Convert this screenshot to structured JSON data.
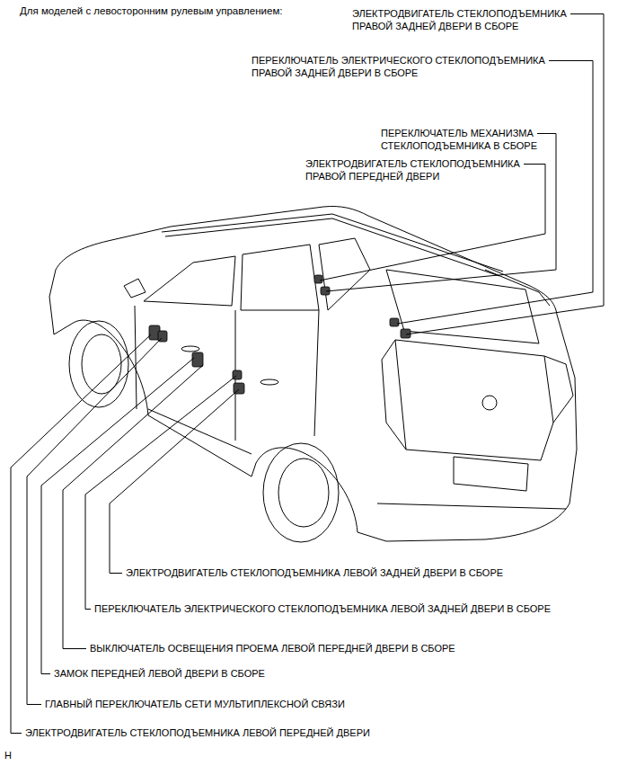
{
  "diagram": {
    "title": "Для моделей с левосторонним рулевым управлением:",
    "labels": [
      "ЭЛЕКТРОДВИГАТЕЛЬ СТЕКЛОПОДЪЕМНИКА ПРАВОЙ ЗАДНЕЙ ДВЕРИ В СБОРЕ",
      "ПЕРЕКЛЮЧАТЕЛЬ ЭЛЕКТРИЧЕСКОГО СТЕКЛОПОДЪЕМНИКА ПРАВОЙ ЗАДНЕЙ ДВЕРИ В СБОРЕ",
      "ПЕРЕКЛЮЧАТЕЛЬ МЕХАНИЗМА СТЕКЛОПОДЪЕМНИКА В СБОРЕ",
      "ЭЛЕКТРОДВИГАТЕЛЬ СТЕКЛОПОДЪЕМНИКА ПРАВОЙ ПЕРЕДНЕЙ ДВЕРИ",
      "ЭЛЕКТРОДВИГАТЕЛЬ СТЕКЛОПОДЪЕМНИКА ЛЕВОЙ ЗАДНЕЙ ДВЕРИ В СБОРЕ",
      "ПЕРЕКЛЮЧАТЕЛЬ ЭЛЕКТРИЧЕСКОГО СТЕКЛОПОДЪЕМНИКА ЛЕВОЙ ЗАДНЕЙ ДВЕРИ В СБОРЕ",
      "ВЫКЛЮЧАТЕЛЬ ОСВЕЩЕНИЯ ПРОЕМА ЛЕВОЙ ПЕРЕДНЕЙ ДВЕРИ В СБОРЕ",
      "ЗАМОК ПЕРЕДНЕЙ ЛЕВОЙ ДВЕРИ В СБОРЕ",
      "ГЛАВНЫЙ ПЕРЕКЛЮЧАТЕЛЬ СЕТИ МУЛЬТИПЛЕКСНОЙ СВЯЗИ",
      "ЭЛЕКТРОДВИГАТЕЛЬ СТЕКЛОПОДЪЕМНИКА ЛЕВОЙ ПЕРЕДНЕЙ ДВЕРИ",
      "H"
    ]
  }
}
